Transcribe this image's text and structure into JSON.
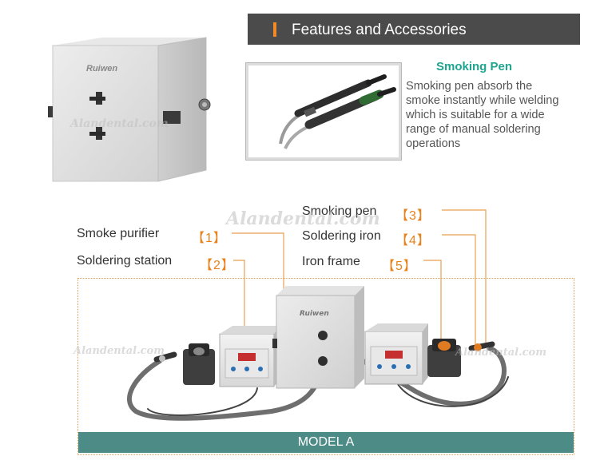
{
  "header": {
    "title": "Features and Accessories"
  },
  "hero": {
    "brand": "Ruiwen"
  },
  "feature": {
    "title": "Smoking Pen",
    "description_lines": [
      "Smoking pen absorb the",
      "smoke instantly while welding",
      "which is suitable for a wide",
      "range of manual soldering",
      "operations"
    ]
  },
  "callouts": [
    {
      "label": "Smoke purifier",
      "number": "【1】"
    },
    {
      "label": "Soldering station",
      "number": "【2】"
    },
    {
      "label": "Smoking pen",
      "number": "【3】"
    },
    {
      "label": "Soldering iron",
      "number": "【4】"
    },
    {
      "label": "Iron frame",
      "number": "【5】"
    }
  ],
  "model": {
    "label": "MODEL A"
  },
  "watermark": {
    "text": "Alandental.com"
  },
  "colors": {
    "accent": "#f08a24",
    "header_bg": "#4b4b4b",
    "feature_title": "#1ea58f",
    "model_bar": "#4d8b87",
    "leader_line": "#e8a050"
  }
}
